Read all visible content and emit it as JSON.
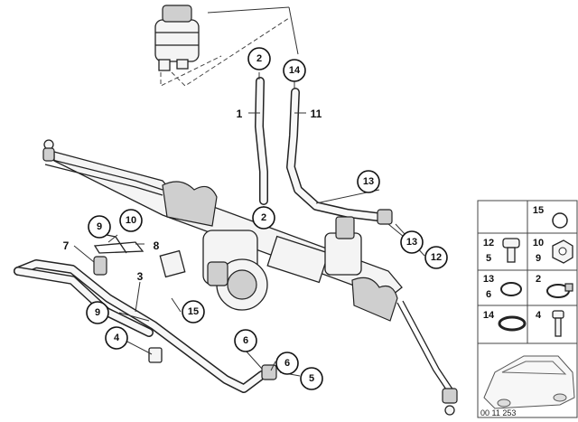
{
  "callouts": {
    "c2_top": "2",
    "c14": "14",
    "c2_mid": "2",
    "c13_top": "13",
    "c13_right": "13",
    "c12": "12",
    "c9_top": "9",
    "c10": "10",
    "c9_bottom": "9",
    "c4": "4",
    "c15": "15",
    "c6_a": "6",
    "c6_b": "6",
    "c5": "5"
  },
  "labels": {
    "l1": "1",
    "l11": "11",
    "l7": "7",
    "l8": "8",
    "l3": "3"
  },
  "legend": {
    "cell_15": "15",
    "cell_12_5_a": "12",
    "cell_12_5_b": "5",
    "cell_10_9_a": "10",
    "cell_10_9_b": "9",
    "cell_13_6_a": "13",
    "cell_13_6_b": "6",
    "cell_2": "2",
    "cell_14": "14",
    "cell_4": "4"
  },
  "reference": "00 11 253"
}
